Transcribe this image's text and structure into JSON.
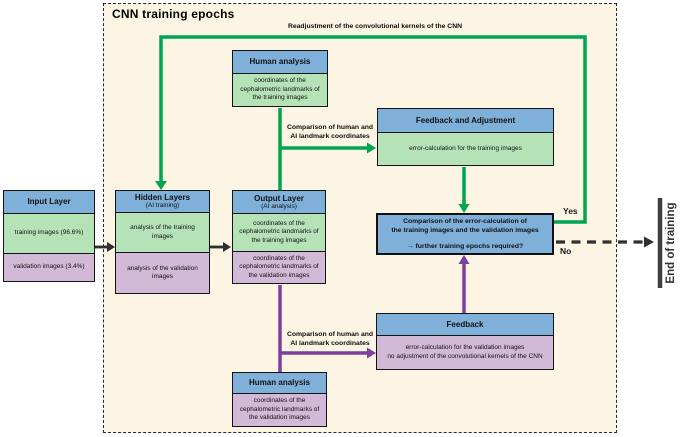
{
  "colors": {
    "header-blue": "#7FB0DA",
    "cell-green": "#B6E2B7",
    "cell-purple": "#D3B9D8",
    "panel-cream": "#FCF5E3",
    "arrow-green": "#00A551",
    "arrow-purple": "#7E3F9D",
    "arrow-black": "#2F2F2F"
  },
  "diagram": {
    "title": "CNN training epochs",
    "nodes": {
      "input_layer": {
        "title": "Input Layer",
        "training": "training images (96.6%)",
        "validation": "validation images (3.4%)"
      },
      "hidden_layers": {
        "title": "Hidden Layers",
        "subtitle": "(AI training)",
        "training": "analysis of the training images",
        "validation": "analysis of the validation images"
      },
      "output_layer": {
        "title": "Output Layer",
        "subtitle": "(AI analysis)",
        "training": "coordinates of the cephalometric landmarks of the training images",
        "validation": "coordinates of the cephalometric landmarks of the validation images"
      },
      "human_analysis_top": {
        "title": "Human analysis",
        "body": "coordinates of the cephalometric landmarks of the training images"
      },
      "feedback_adjustment": {
        "title": "Feedback and Adjustment",
        "body": "error-calculation for the training images"
      },
      "comparison": {
        "line1": "Comparison of the error-calculation of",
        "line2": "the training images and the validation images",
        "line3": "→ further training epochs required?"
      },
      "feedback": {
        "title": "Feedback",
        "body_line1": "error-calculation for the validation images",
        "body_line2": "no adjustment of the convolutional kernels of the CNN"
      },
      "human_analysis_bottom": {
        "title": "Human analysis",
        "body": "coordinates of the cephalometric landmarks of the validation images"
      }
    },
    "labels": {
      "readjustment": "Readjustment of the convolutional kernels of the CNN",
      "comparison_top_line1": "Comparison of human and",
      "comparison_top_line2": "AI landmark coordinates",
      "comparison_bottom_line1": "Comparison of human and",
      "comparison_bottom_line2": "AI landmark coordinates",
      "yes": "Yes",
      "no": "No",
      "end_of_training": "End of training"
    }
  }
}
